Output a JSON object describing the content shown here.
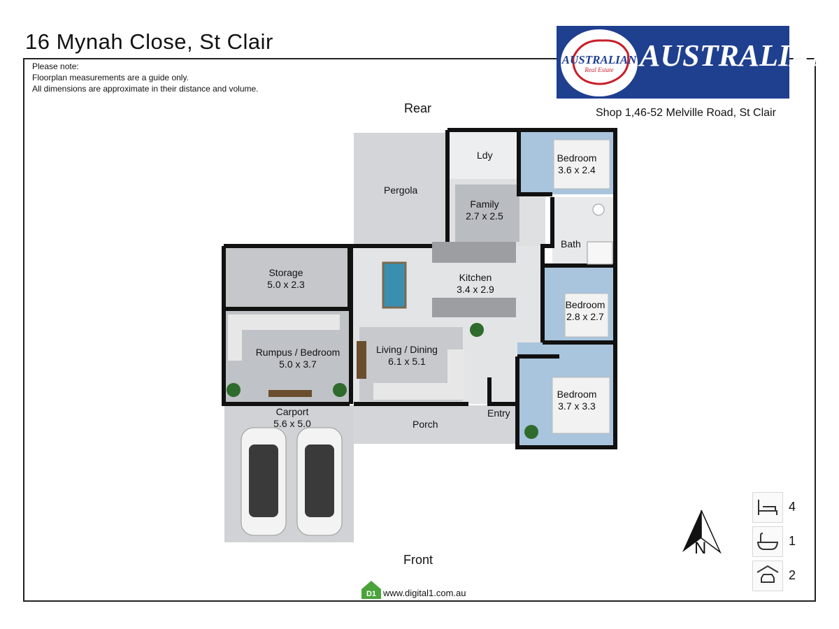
{
  "title": "16 Mynah Close, St Clair",
  "note": {
    "heading": "Please note:",
    "line1": "Floorplan measurements are a guide only.",
    "line2": "All dimensions are approximate in their distance and volume."
  },
  "agency": {
    "logo_circle_text": "AUSTRALIAN",
    "logo_circle_sub": "Real Estate",
    "logo_text": "AUSTRALIAN",
    "address": "Shop 1,46-52 Melville Road, St Clair",
    "brand_color": "#1f3f8f",
    "accent_color": "#c81e2a"
  },
  "orientation": {
    "rear": "Rear",
    "front": "Front",
    "north": "N"
  },
  "rooms": {
    "ldy": "Ldy",
    "pergola": "Pergola",
    "family": "Family",
    "family_size": "2.7 x 2.5",
    "bed1": "Bedroom",
    "bed1_size": "3.6 x 2.4",
    "bath": "Bath",
    "storage": "Storage",
    "storage_size": "5.0 x 2.3",
    "kitchen": "Kitchen",
    "kitchen_size": "3.4 x 2.9",
    "bed2": "Bedroom",
    "bed2_size": "2.8 x 2.7",
    "rumpus": "Rumpus / Bedroom",
    "rumpus_size": "5.0 x 3.7",
    "living": "Living / Dining",
    "living_size": "6.1 x 5.1",
    "bed3": "Bedroom",
    "bed3_size": "3.7 x 3.3",
    "carport": "Carport",
    "carport_size": "5.6 x 5.0",
    "porch": "Porch",
    "entry": "Entry"
  },
  "legend": {
    "bedrooms": "4",
    "bathrooms": "1",
    "car_spaces": "2"
  },
  "legend_icons": [
    "bed-icon",
    "bath-icon",
    "car-icon"
  ],
  "footer": {
    "logo": "D1",
    "url": "www.digital1.com.au"
  }
}
